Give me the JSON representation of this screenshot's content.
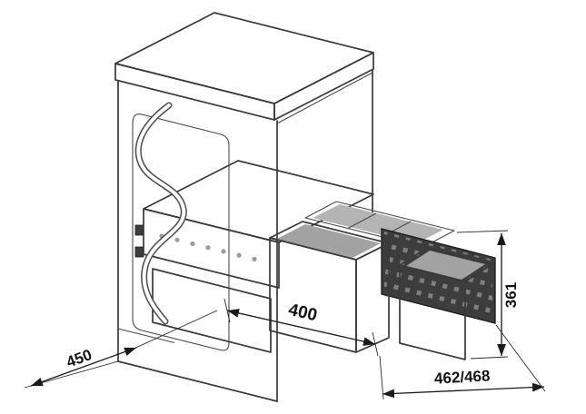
{
  "diagram": {
    "type": "technical-drawing",
    "subject": "pull-out-waste-bin-cabinet",
    "dimensions": {
      "bottom_left_depth": "450",
      "pullout_inner": "400",
      "bottom_right_width": "462/468",
      "right_height": "361"
    },
    "colors": {
      "line": "#3a3a3a",
      "bin_fill": "#d8d8d8",
      "frame_dark": "#3d3d3d",
      "background": "#ffffff"
    }
  }
}
